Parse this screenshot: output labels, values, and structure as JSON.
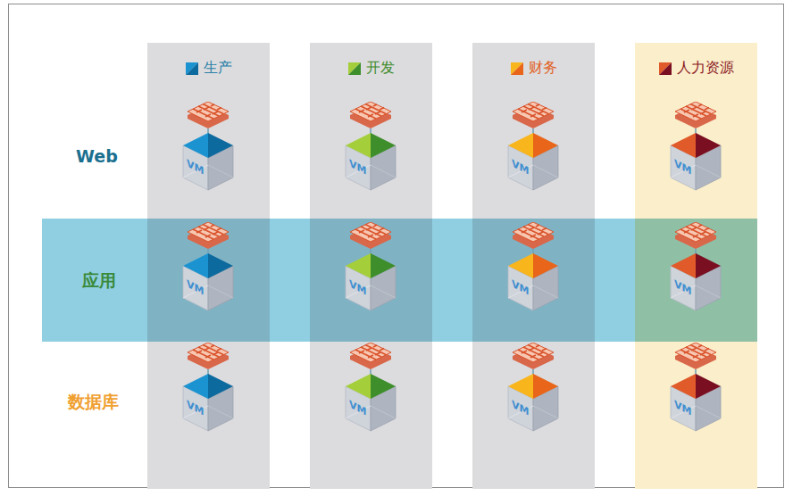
{
  "diagram": {
    "nodes": [
      {
        "text": [
          "生产"
        ]
      },
      {
        "text": [
          "VM"
        ],
        "in": 0
      },
      {
        "text": [
          "VM"
        ],
        "in": 0
      },
      {
        "text": [
          "VM"
        ],
        "in": 0
      },
      {
        "text": [
          "开发"
        ]
      },
      {
        "text": [
          "VM"
        ],
        "in": 4
      },
      {
        "text": [
          "VM"
        ],
        "in": 4
      },
      {
        "text": [
          "VM"
        ],
        "in": 4
      },
      {
        "text": [
          "财务"
        ]
      },
      {
        "text": [
          "VM"
        ],
        "in": 8
      },
      {
        "text": [
          "VM"
        ],
        "in": 8
      },
      {
        "text": [
          "VM"
        ],
        "in": 8
      },
      {
        "text": [
          "人力资源"
        ]
      },
      {
        "text": [
          "VM"
        ],
        "in": 12
      },
      {
        "text": [
          "VM"
        ],
        "in": 12
      },
      {
        "text": [
          "VM"
        ],
        "in": 12
      }
    ],
    "labels": [
      "Web",
      "应用",
      "数据库"
    ]
  }
}
